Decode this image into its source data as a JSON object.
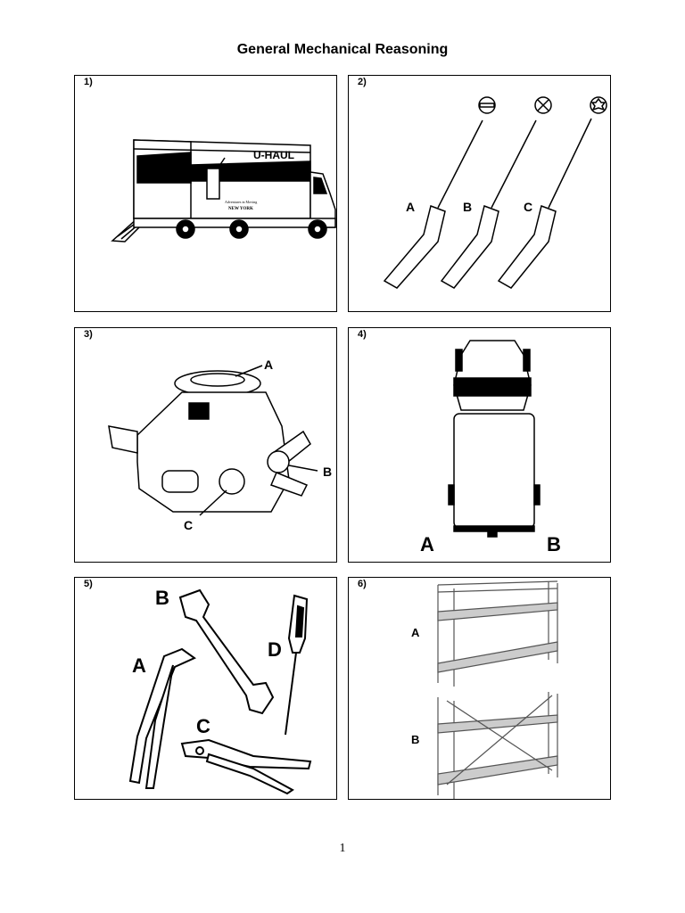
{
  "title": "General Mechanical Reasoning",
  "panels": [
    {
      "number": "1)",
      "truck_logo": "U-HAUL",
      "truck_caption_1": "Adventures in Moving",
      "truck_caption_2": "NEW YORK"
    },
    {
      "number": "2)",
      "labels": [
        "A",
        "B",
        "C"
      ]
    },
    {
      "number": "3)",
      "labels": [
        "A",
        "B",
        "C"
      ]
    },
    {
      "number": "4)",
      "labels": [
        "A",
        "B"
      ]
    },
    {
      "number": "5)",
      "labels": [
        "A",
        "B",
        "C",
        "D"
      ]
    },
    {
      "number": "6)",
      "labels": [
        "A",
        "B"
      ]
    }
  ],
  "page_number": "1"
}
